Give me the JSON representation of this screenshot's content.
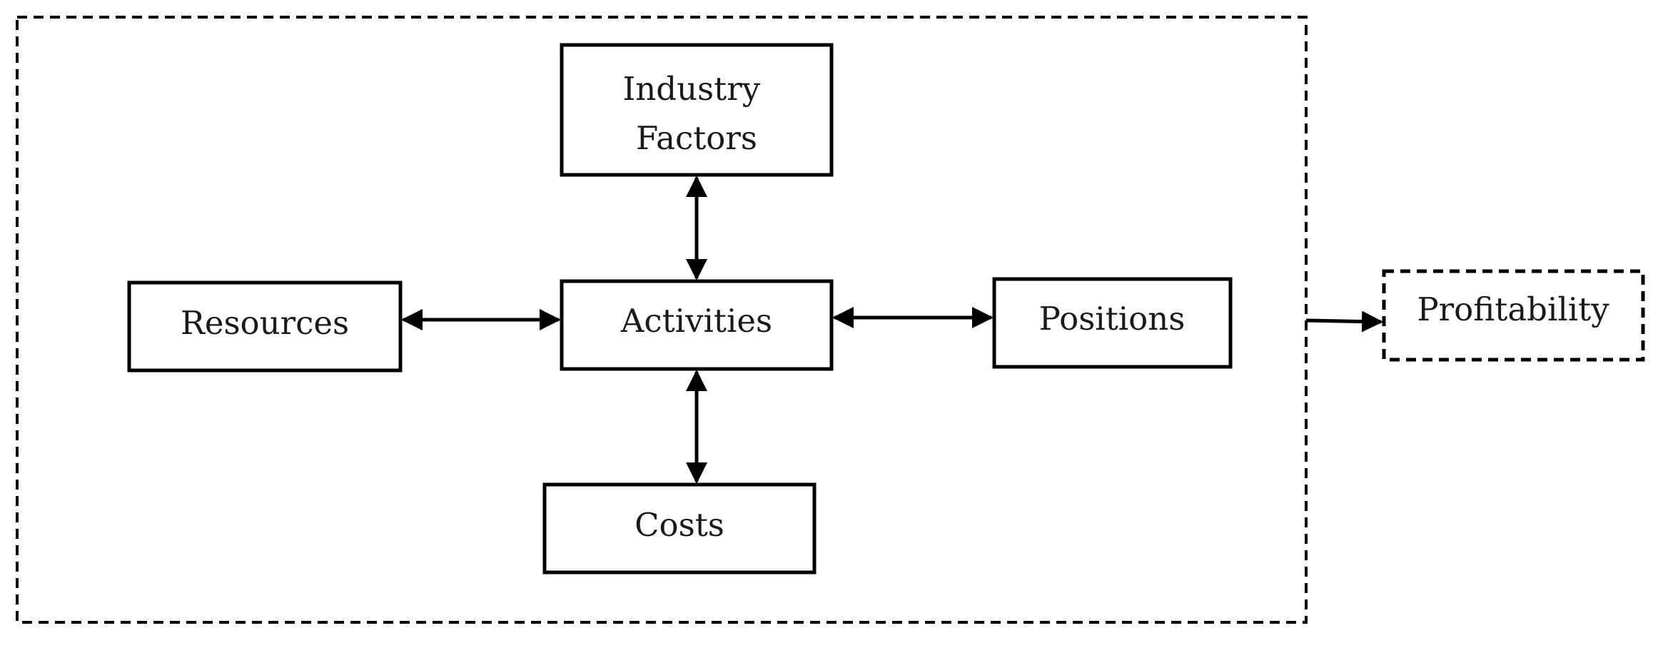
{
  "nodes": {
    "industry_factors": {
      "line1": "Industry",
      "line2": "Factors"
    },
    "resources": {
      "label": "Resources"
    },
    "activities": {
      "label": "Activities"
    },
    "positions": {
      "label": "Positions"
    },
    "costs": {
      "label": "Costs"
    },
    "profitability": {
      "label": "Profitability"
    }
  },
  "colors": {
    "stroke": "#000000",
    "text": "#1a1a1a",
    "background": "#ffffff"
  }
}
